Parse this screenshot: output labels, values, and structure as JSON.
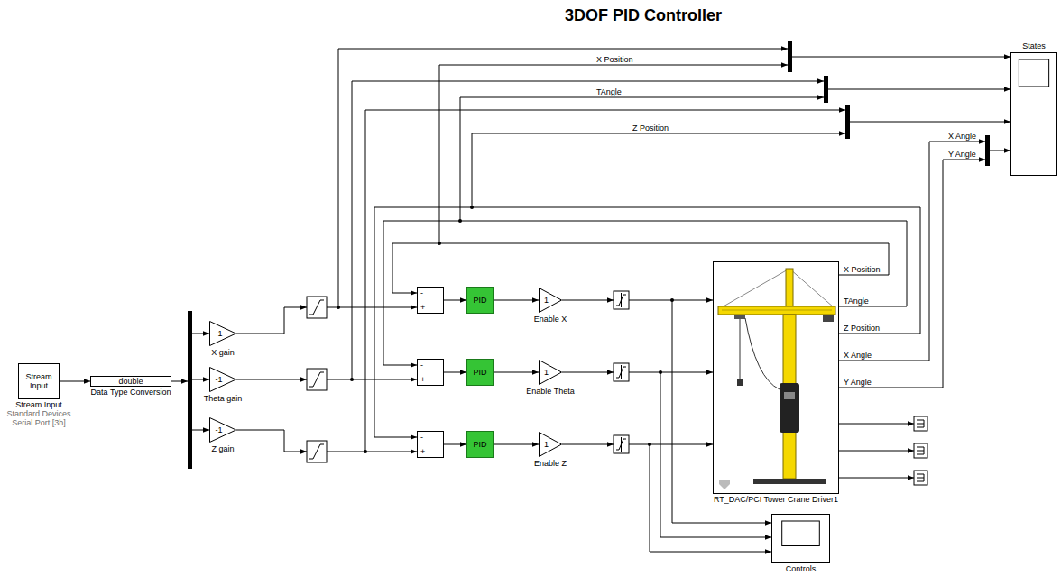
{
  "diagram": {
    "title": "3DOF PID Controller",
    "nodes": [
      {
        "text": [
          "Stream Input",
          "Stream Input",
          "Standard Devices Serial Port [3h]"
        ]
      },
      {
        "text": [
          "double",
          "Data Type Conversion"
        ]
      },
      {
        "text": [
          "-1",
          "X gain"
        ]
      },
      {
        "text": [
          "-1",
          "Theta gain"
        ]
      },
      {
        "text": [
          "-1",
          "Z gain"
        ]
      },
      {
        "text": [
          "-",
          "+"
        ]
      },
      {
        "text": [
          "-",
          "+"
        ]
      },
      {
        "text": [
          "-",
          "+"
        ]
      },
      {
        "text": [
          "PID"
        ]
      },
      {
        "text": [
          "PID"
        ]
      },
      {
        "text": [
          "PID"
        ]
      },
      {
        "text": [
          "1",
          "Enable X"
        ]
      },
      {
        "text": [
          "1",
          "Enable Theta"
        ]
      },
      {
        "text": [
          "1",
          "Enable Z"
        ]
      },
      {
        "text": [
          "RT_DAC/PCI Tower Crane Driver1"
        ]
      },
      {
        "text": [
          "Controls"
        ]
      },
      {
        "text": [
          "States"
        ]
      }
    ],
    "edges": [
      {
        "from": 0,
        "to": 1,
        "arrow": "to"
      },
      {
        "from": 5,
        "to": 8,
        "arrow": "to"
      },
      {
        "from": 6,
        "to": 9,
        "arrow": "to"
      },
      {
        "from": 7,
        "to": 10,
        "arrow": "to"
      },
      {
        "from": 8,
        "to": 11,
        "arrow": "to"
      },
      {
        "from": 9,
        "to": 12,
        "arrow": "to"
      },
      {
        "from": 10,
        "to": 13,
        "arrow": "to"
      },
      {
        "from": 14,
        "to": 5,
        "arrow": "to"
      },
      {
        "from": 14,
        "to": 6,
        "arrow": "to"
      },
      {
        "from": 14,
        "to": 7,
        "arrow": "to"
      }
    ],
    "labels": [
      "X Position",
      "TAngle",
      "Z Position",
      "X Angle",
      "Y Angle",
      "X Position",
      "TAngle",
      "Z Position",
      "X Angle",
      "Y Angle"
    ]
  }
}
